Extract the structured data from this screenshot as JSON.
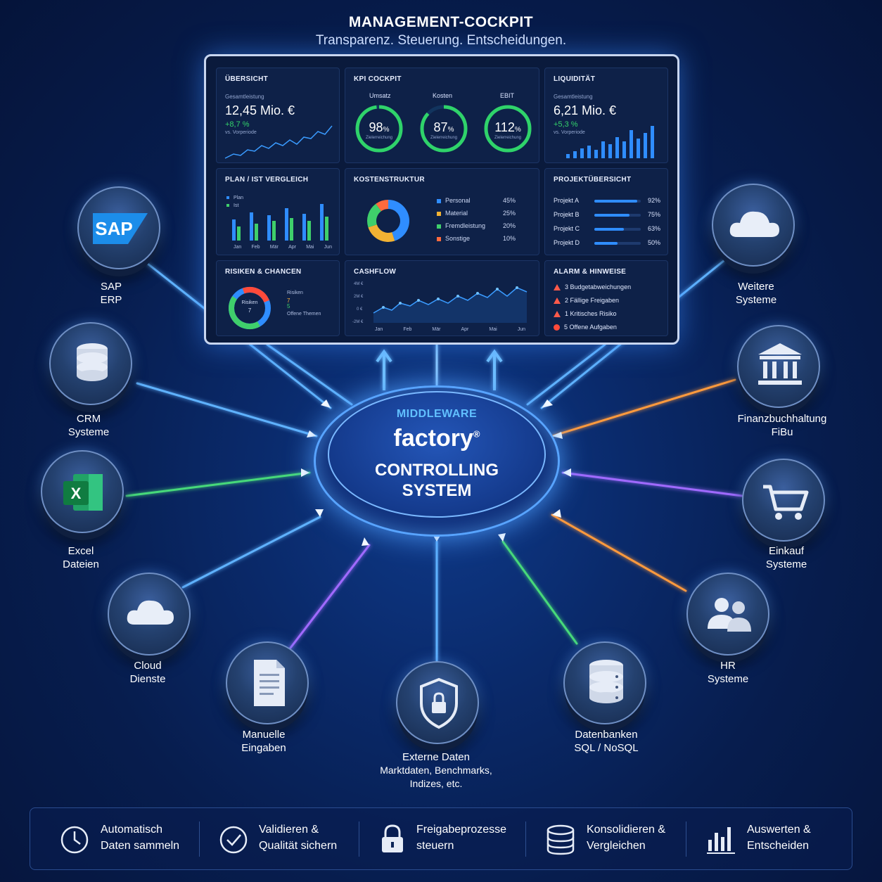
{
  "header": {
    "title": "MANAGEMENT-COCKPIT",
    "subtitle": "Transparenz. Steuerung. Entscheidungen."
  },
  "dashboard": {
    "overview": {
      "title": "ÜBERSICHT",
      "label": "Gesamtleistung",
      "value": "12,45 Mio. €",
      "delta": "+8,7 %",
      "note": "vs. Vorperiode"
    },
    "kpi": {
      "title": "KPI COCKPIT",
      "items": [
        {
          "label": "Umsatz",
          "value": "98",
          "unit": "%",
          "sub": "Zielerreichung",
          "pct": 0.98
        },
        {
          "label": "Kosten",
          "value": "87",
          "unit": "%",
          "sub": "Zielerreichung",
          "pct": 0.87
        },
        {
          "label": "EBIT",
          "value": "112",
          "unit": "%",
          "sub": "Zielerreichung",
          "pct": 1.0
        }
      ]
    },
    "liquidity": {
      "title": "LIQUIDITÄT",
      "label": "Gesamtleistung",
      "value": "6,21 Mio. €",
      "delta": "+5,3 %",
      "note": "vs. Vorperiode"
    },
    "plan": {
      "title": "PLAN / IST VERGLEICH",
      "legend": [
        "Plan",
        "Ist"
      ],
      "months": [
        "Jan",
        "Feb",
        "Mär",
        "Apr",
        "Mai",
        "Jun"
      ]
    },
    "costs": {
      "title": "KOSTENSTRUKTUR",
      "items": [
        {
          "label": "Personal",
          "value": "45%",
          "color": "#2f8dff",
          "share": 45
        },
        {
          "label": "Material",
          "value": "25%",
          "color": "#f2b233",
          "share": 25
        },
        {
          "label": "Fremdleistung",
          "value": "20%",
          "color": "#3fcf6b",
          "share": 20
        },
        {
          "label": "Sonstige",
          "value": "10%",
          "color": "#ff6a3d",
          "share": 10
        }
      ]
    },
    "projects": {
      "title": "PROJEKTÜBERSICHT",
      "items": [
        {
          "name": "Projekt A",
          "value": "92%",
          "pct": 0.92
        },
        {
          "name": "Projekt B",
          "value": "75%",
          "pct": 0.75
        },
        {
          "name": "Projekt C",
          "value": "63%",
          "pct": 0.63
        },
        {
          "name": "Projekt D",
          "value": "50%",
          "pct": 0.5
        }
      ]
    },
    "risks": {
      "title": "RISIKEN & CHANCEN",
      "center": "Risiken",
      "center_val": "7",
      "label1": "Risiken",
      "val1": "7",
      "val2": "5",
      "label2": "Offene Themen"
    },
    "cashflow": {
      "title": "CASHFLOW",
      "yticks": [
        "4M €",
        "2M €",
        "0 €",
        "-2M €"
      ],
      "months": [
        "Jan",
        "Feb",
        "Mär",
        "Apr",
        "Mai",
        "Jun"
      ]
    },
    "alarms": {
      "title": "ALARM & HINWEISE",
      "items": [
        {
          "text": "3 Budgetabweichungen",
          "type": "warn"
        },
        {
          "text": "2 Fällige Freigaben",
          "type": "warn"
        },
        {
          "text": "1 Kritisches Risiko",
          "type": "warn"
        },
        {
          "text": "5 Offene Aufgaben",
          "type": "error"
        }
      ]
    }
  },
  "hub": {
    "middleware": "MIDDLEWARE",
    "brand": "factory",
    "trademark": "®",
    "line1": "CONTROLLING",
    "line2": "SYSTEM"
  },
  "nodes": {
    "sap": {
      "logo": "SAP",
      "l1": "SAP",
      "l2": "ERP",
      "icon": "sap-logo-icon"
    },
    "crm": {
      "l1": "CRM",
      "l2": "Systeme",
      "icon": "database-icon"
    },
    "excel": {
      "logo": "X",
      "l1": "Excel",
      "l2": "Dateien",
      "icon": "excel-icon"
    },
    "cloud": {
      "l1": "Cloud",
      "l2": "Dienste",
      "icon": "cloud-icon"
    },
    "manual": {
      "l1": "Manuelle",
      "l2": "Eingaben",
      "icon": "document-icon"
    },
    "external": {
      "l1": "Externe Daten",
      "l2": "Marktdaten, Benchmarks,",
      "l3": "Indizes, etc.",
      "icon": "shield-lock-icon"
    },
    "databases": {
      "l1": "Datenbanken",
      "l2": "SQL / NoSQL",
      "icon": "database-icon"
    },
    "hr": {
      "l1": "HR",
      "l2": "Systeme",
      "icon": "users-icon"
    },
    "purchasing": {
      "l1": "Einkauf",
      "l2": "Systeme",
      "icon": "cart-icon"
    },
    "finance": {
      "l1": "Finanzbuchhaltung",
      "l2": "FiBu",
      "icon": "bank-icon"
    },
    "other": {
      "l1": "Weitere",
      "l2": "Systeme",
      "icon": "cloud-icon"
    }
  },
  "colors": {
    "accent": "#2f8dff",
    "green": "#3fcf6b",
    "orange": "#ff9a3d",
    "purple": "#a06bff"
  },
  "footer": [
    {
      "l1": "Automatisch",
      "l2": "Daten sammeln",
      "icon": "clock-icon"
    },
    {
      "l1": "Validieren &",
      "l2": "Qualität sichern",
      "icon": "check-circle-icon"
    },
    {
      "l1": "Freigabeprozesse",
      "l2": "steuern",
      "icon": "lock-icon"
    },
    {
      "l1": "Konsolidieren &",
      "l2": "Vergleichen",
      "icon": "database-icon"
    },
    {
      "l1": "Auswerten &",
      "l2": "Entscheiden",
      "icon": "bar-chart-icon"
    }
  ]
}
